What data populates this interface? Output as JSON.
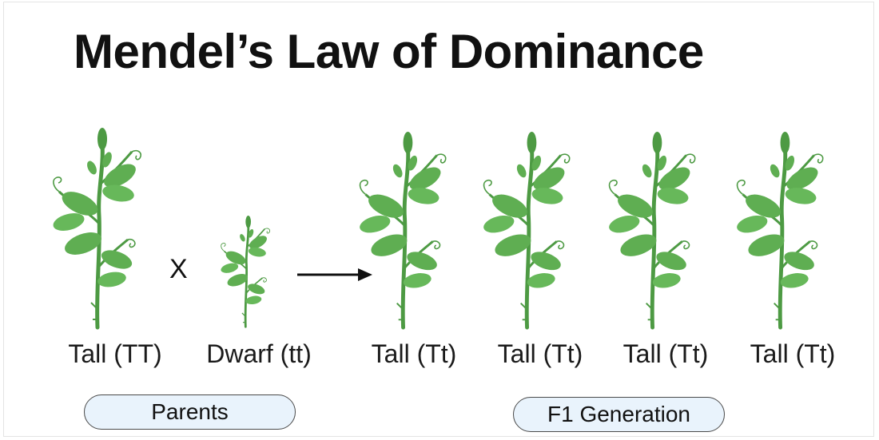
{
  "title": "Mendel’s Law of Dominance",
  "cross_symbol": "X",
  "colors": {
    "leaf": "#5fae52",
    "leaf_dark": "#3f8a3a",
    "stem": "#4d9a43",
    "pill_fill": "#e9f3fc"
  },
  "parents": [
    {
      "label": "Tall (TT)",
      "plant": "tall-pea-plant"
    },
    {
      "label": "Dwarf (tt)",
      "plant": "dwarf-pea-plant"
    }
  ],
  "offspring": [
    {
      "label": "Tall (Tt)",
      "plant": "tall-pea-plant"
    },
    {
      "label": "Tall (Tt)",
      "plant": "tall-pea-plant"
    },
    {
      "label": "Tall (Tt)",
      "plant": "tall-pea-plant"
    },
    {
      "label": "Tall (Tt)",
      "plant": "tall-pea-plant"
    }
  ],
  "groups": {
    "parents": "Parents",
    "f1": "F1 Generation"
  }
}
